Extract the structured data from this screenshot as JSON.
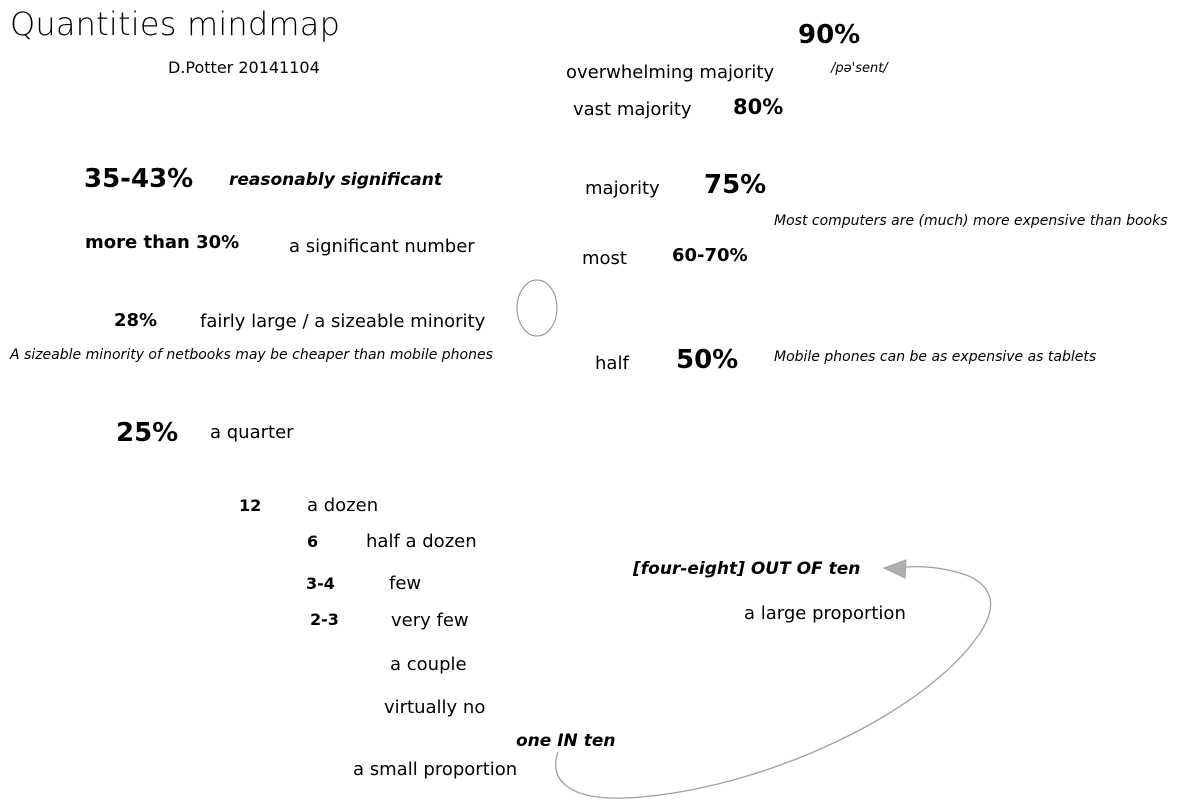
{
  "header": {
    "title": "Quantities mindmap",
    "subtitle": "D.Potter 20141104"
  },
  "pronunciation": {
    "ipa": "/pə'sent/"
  },
  "scale_entries": [
    {
      "value": "90%",
      "term": "overwhelming majority"
    },
    {
      "value": "80%",
      "term": "vast majority"
    },
    {
      "value": "75%",
      "term": "majority"
    },
    {
      "value": "60-70%",
      "term": "most"
    },
    {
      "value": "50%",
      "term": "half"
    },
    {
      "value": "35-43%",
      "term": "reasonably significant"
    },
    {
      "value": "more than 30%",
      "term": "a significant number"
    },
    {
      "value": "28%",
      "term": "fairly large / a sizeable minority"
    },
    {
      "value": "25%",
      "term": "a quarter"
    },
    {
      "value": "12",
      "term": "a dozen"
    },
    {
      "value": "6",
      "term": "half a dozen"
    },
    {
      "value": "3-4",
      "term": "few"
    },
    {
      "value": "2-3",
      "term": "very few"
    },
    {
      "value": "",
      "term": "a couple"
    },
    {
      "value": "",
      "term": "virtually no"
    },
    {
      "value": "",
      "term": "a small proportion"
    },
    {
      "value": "",
      "term": "a large proportion"
    }
  ],
  "examples": [
    {
      "text": "Most computers are (much) more expensive than books"
    },
    {
      "text": "A sizeable minority of netbooks may be cheaper than mobile phones"
    },
    {
      "text": "Mobile phones can be as expensive as tablets"
    }
  ],
  "patterns": {
    "out_of_ten": "[four-eight]  OUT OF ten",
    "one_in_ten": "one IN ten"
  },
  "shapes": {
    "ellipse_name": "blank-ellipse-placeholder",
    "arrow_color": "#999999",
    "arrow_name": "curved-arrow-one-in-ten-to-out-of-ten"
  }
}
